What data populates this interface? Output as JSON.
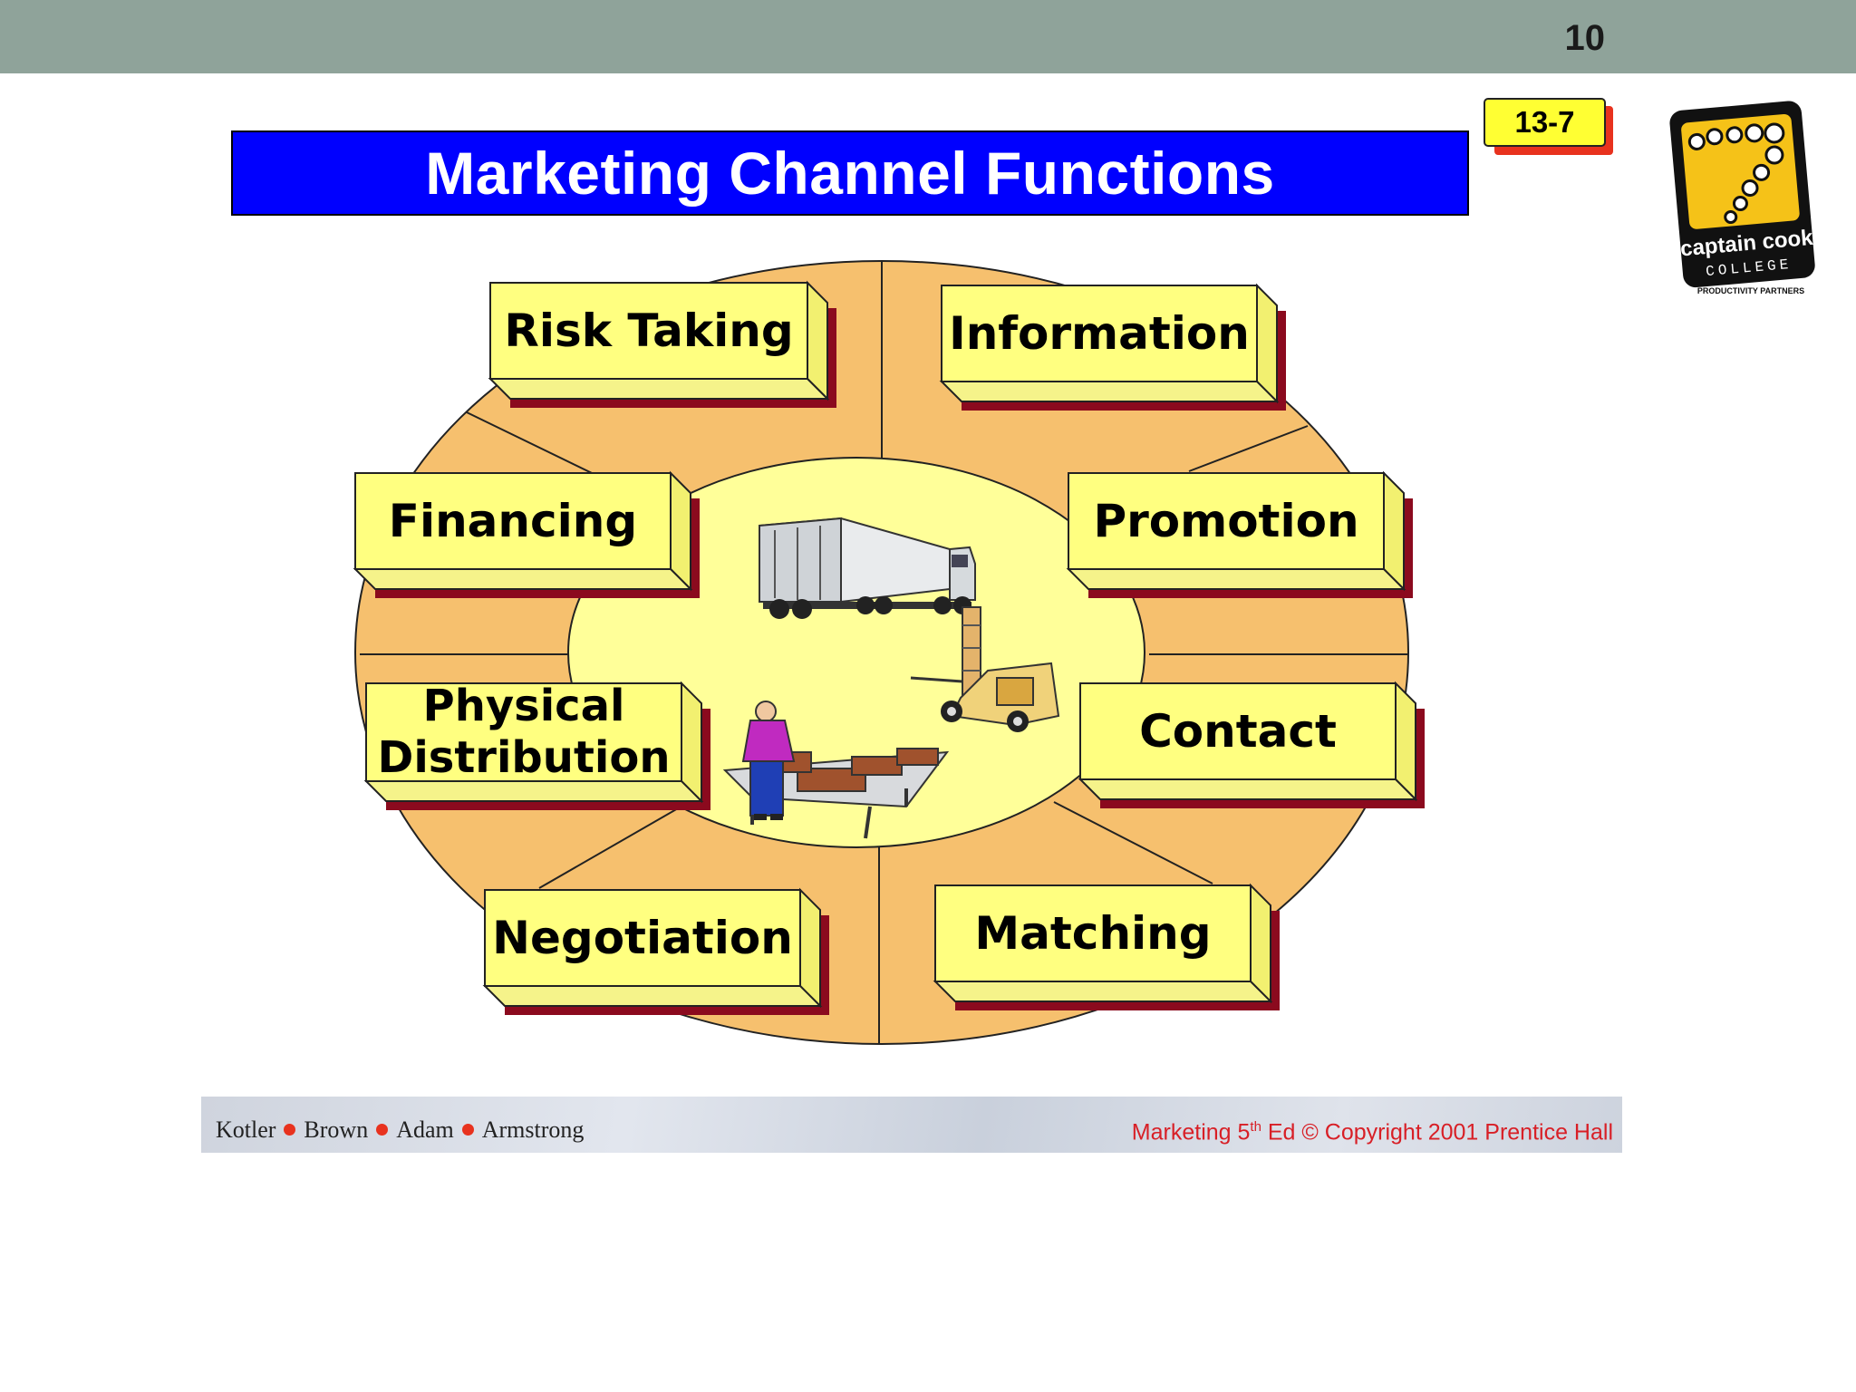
{
  "slide_number": "10",
  "badge": "13-7",
  "logo": {
    "text_line1": "captain cook",
    "text_line2": "COLLEGE",
    "text_line3": "PRODUCTIVITY PARTNERS"
  },
  "title": "Marketing Channel Functions",
  "functions": [
    {
      "id": "risk-taking",
      "lines": [
        "Risk Taking"
      ]
    },
    {
      "id": "information",
      "lines": [
        "Information"
      ]
    },
    {
      "id": "financing",
      "lines": [
        "Financing"
      ]
    },
    {
      "id": "promotion",
      "lines": [
        "Promotion"
      ]
    },
    {
      "id": "physical-distribution",
      "lines": [
        "Physical",
        "Distribution"
      ]
    },
    {
      "id": "contact",
      "lines": [
        "Contact"
      ]
    },
    {
      "id": "negotiation",
      "lines": [
        "Negotiation"
      ]
    },
    {
      "id": "matching",
      "lines": [
        "Matching"
      ]
    }
  ],
  "footer": {
    "authors": [
      "Kotler",
      "Brown",
      "Adam",
      "Armstrong"
    ],
    "copyright_prefix": "Marketing 5",
    "copyright_sup": "th",
    "copyright_suffix": " Ed © Copyright 2001 Prentice Hall"
  },
  "colors": {
    "title_bg": "#0000ff",
    "box_face": "#ffff80",
    "ring": "#f6c06e",
    "center": "#ffff99",
    "shadow": "#8b0a1e",
    "badge": "#ffff33"
  }
}
